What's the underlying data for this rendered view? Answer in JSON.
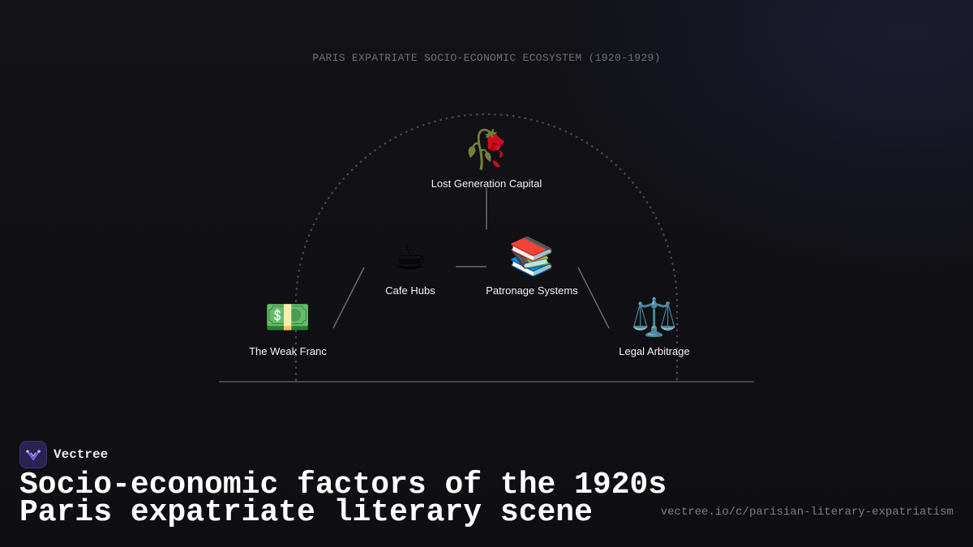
{
  "diagram": {
    "title": "PARIS EXPATRIATE SOCIO-ECONOMIC ECOSYSTEM (1920-1929)",
    "nodes": [
      {
        "id": "lost-generation-capital",
        "icon": "wilted-flower-icon",
        "emoji": "🥀",
        "label": "Lost Generation Capital"
      },
      {
        "id": "cafe-hubs",
        "icon": "hot-beverage-icon",
        "emoji": "☕",
        "label": "Cafe Hubs"
      },
      {
        "id": "patronage-systems",
        "icon": "books-icon",
        "emoji": "📚",
        "label": "Patronage Systems"
      },
      {
        "id": "the-weak-franc",
        "icon": "dollar-banknote-icon",
        "emoji": "💵",
        "label": "The Weak Franc"
      },
      {
        "id": "legal-arbitrage",
        "icon": "balance-scale-icon",
        "emoji": "⚖️",
        "label": "Legal Arbitrage"
      }
    ],
    "edges": [
      [
        "lost-generation-capital",
        "patronage-systems"
      ],
      [
        "cafe-hubs",
        "patronage-systems"
      ],
      [
        "the-weak-franc",
        "cafe-hubs"
      ],
      [
        "patronage-systems",
        "legal-arbitrage"
      ]
    ]
  },
  "brand": {
    "name": "Vectree",
    "logo_icon": "vectree-logo-icon",
    "accent_color": "#8b5cf6"
  },
  "headline": {
    "line1": "Socio-economic factors of the 1920s",
    "line2": "Paris expatriate literary scene"
  },
  "source_url": "vectree.io/c/parisian-literary-expatriatism",
  "colors": {
    "background": "#111116",
    "text_primary": "#ffffff",
    "text_muted": "#7c7c82"
  }
}
